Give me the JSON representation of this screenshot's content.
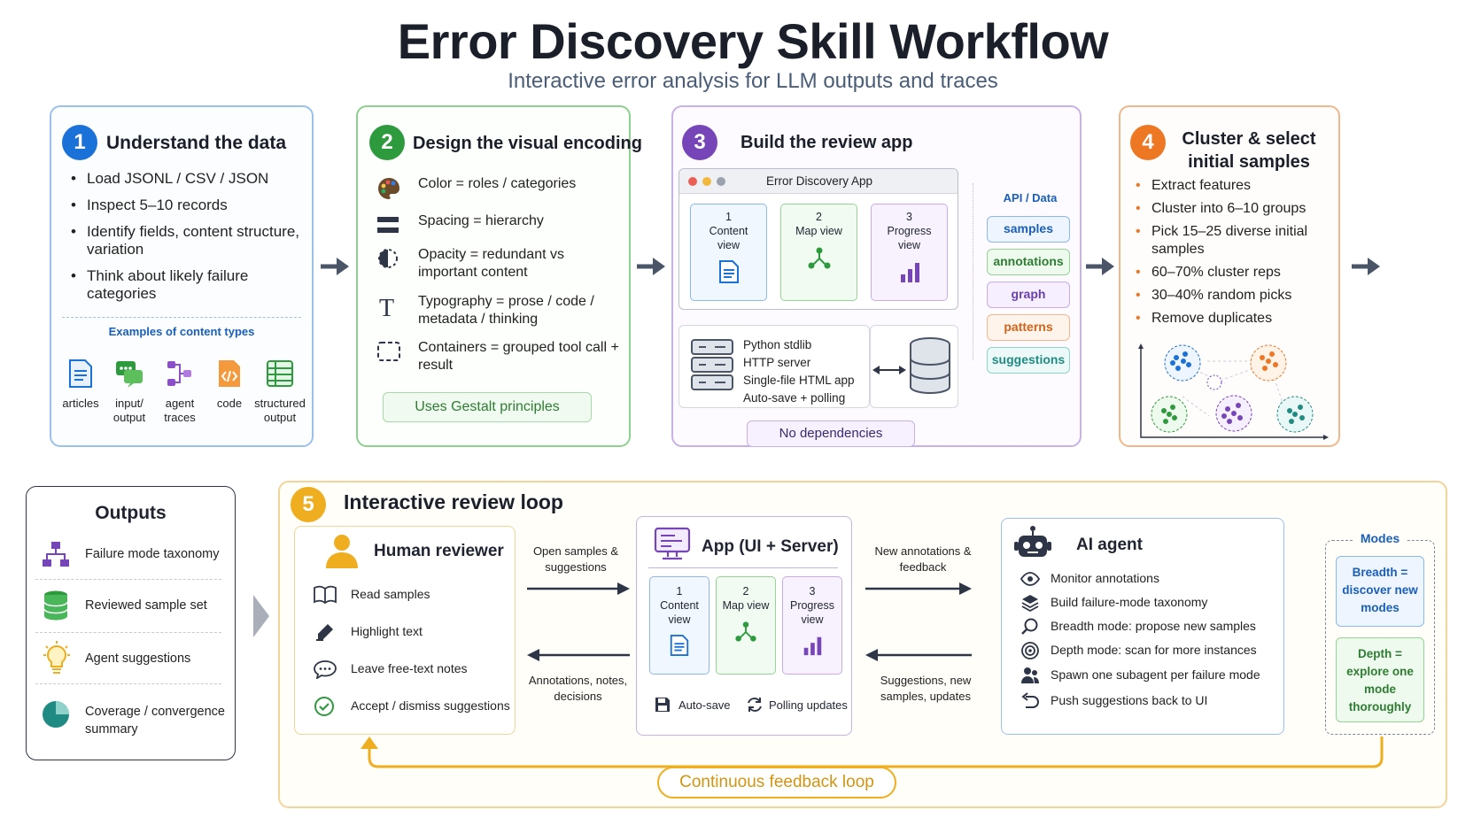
{
  "header": {
    "title": "Error Discovery Skill Workflow",
    "subtitle": "Interactive error analysis for LLM outputs and traces"
  },
  "step1": {
    "number": "1",
    "title": "Understand the data",
    "bullets": [
      "Load JSONL / CSV / JSON",
      "Inspect 5–10 records",
      "Identify fields, content structure, variation",
      "Think about likely failure categories"
    ],
    "examples_label": "Examples of content types",
    "content_types": [
      {
        "label": "articles",
        "icon": "article-icon"
      },
      {
        "label": "input/ output",
        "icon": "chat-icon"
      },
      {
        "label": "agent traces",
        "icon": "trace-icon"
      },
      {
        "label": "code",
        "icon": "code-icon"
      },
      {
        "label": "structured output",
        "icon": "table-icon"
      }
    ]
  },
  "step2": {
    "number": "2",
    "title": "Design the visual encoding",
    "rows": [
      {
        "icon": "palette-icon",
        "text": "Color = roles / categories"
      },
      {
        "icon": "spacing-icon",
        "text": "Spacing = hierarchy"
      },
      {
        "icon": "opacity-icon",
        "text": "Opacity = redundant vs important content"
      },
      {
        "icon": "typography-icon",
        "text": "Typography = prose / code / metadata / thinking"
      },
      {
        "icon": "container-icon",
        "text": "Containers = grouped tool call + result"
      }
    ],
    "footer": "Uses Gestalt principles"
  },
  "step3": {
    "number": "3",
    "title": "Build the review app",
    "app_title": "Error Discovery App",
    "tabs": [
      {
        "num": "1",
        "label": "Content view",
        "icon": "document-icon"
      },
      {
        "num": "2",
        "label": "Map view",
        "icon": "graph-icon"
      },
      {
        "num": "3",
        "label": "Progress view",
        "icon": "bar-chart-icon"
      }
    ],
    "server_lines": [
      "Python stdlib",
      "HTTP server",
      "Single-file HTML app",
      "Auto-save + polling"
    ],
    "api_label": "API / Data",
    "api_items": [
      "samples",
      "annotations",
      "graph",
      "patterns",
      "suggestions"
    ],
    "footer": "No dependencies"
  },
  "step4": {
    "number": "4",
    "title_line1": "Cluster & select",
    "title_line2": "initial samples",
    "bullets": [
      "Extract features",
      "Cluster into 6–10 groups",
      "Pick 15–25 diverse initial samples",
      "60–70% cluster reps",
      "30–40% random picks",
      "Remove duplicates"
    ]
  },
  "outputs": {
    "title": "Outputs",
    "items": [
      {
        "icon": "taxonomy-icon",
        "text": "Failure mode taxonomy"
      },
      {
        "icon": "database-icon",
        "text": "Reviewed sample set"
      },
      {
        "icon": "lightbulb-icon",
        "text": "Agent suggestions"
      },
      {
        "icon": "pie-icon",
        "text": "Coverage / convergence summary"
      }
    ]
  },
  "step5": {
    "number": "5",
    "title": "Interactive review loop",
    "reviewer": {
      "title": "Human reviewer",
      "rows": [
        {
          "icon": "book-icon",
          "text": "Read samples"
        },
        {
          "icon": "highlighter-icon",
          "text": "Highlight text"
        },
        {
          "icon": "comment-icon",
          "text": "Leave free-text notes"
        },
        {
          "icon": "check-circle-icon",
          "text": "Accept / dismiss suggestions"
        }
      ]
    },
    "arrow_labels": {
      "to_app": "Open samples & suggestions",
      "from_app": "Annotations, notes, decisions",
      "to_agent": "New annotations & feedback",
      "from_agent": "Suggestions, new samples, updates"
    },
    "app": {
      "title": "App (UI + Server)",
      "tabs": [
        {
          "num": "1",
          "label": "Content view"
        },
        {
          "num": "2",
          "label": "Map view"
        },
        {
          "num": "3",
          "label": "Progress view"
        }
      ],
      "autosave": "Auto-save",
      "polling": "Polling updates"
    },
    "agent": {
      "title": "AI agent",
      "rows": [
        {
          "icon": "eye-icon",
          "text": "Monitor annotations"
        },
        {
          "icon": "layers-icon",
          "text": "Build failure-mode taxonomy"
        },
        {
          "icon": "search-icon",
          "text": "Breadth mode: propose new samples"
        },
        {
          "icon": "target-icon",
          "text": "Depth mode: scan for more instances"
        },
        {
          "icon": "users-icon",
          "text": "Spawn one subagent per failure mode"
        },
        {
          "icon": "undo-icon",
          "text": "Push suggestions back to UI"
        }
      ]
    },
    "modes": {
      "label": "Modes",
      "breadth": "Breadth = discover new modes",
      "depth": "Depth = explore one mode thoroughly"
    },
    "loop_label": "Continuous feedback loop"
  },
  "colors": {
    "blue": "#1a72d9",
    "green": "#2e9a3e",
    "purple": "#7645b8",
    "orange": "#ee7724",
    "gold": "#efae1f"
  }
}
